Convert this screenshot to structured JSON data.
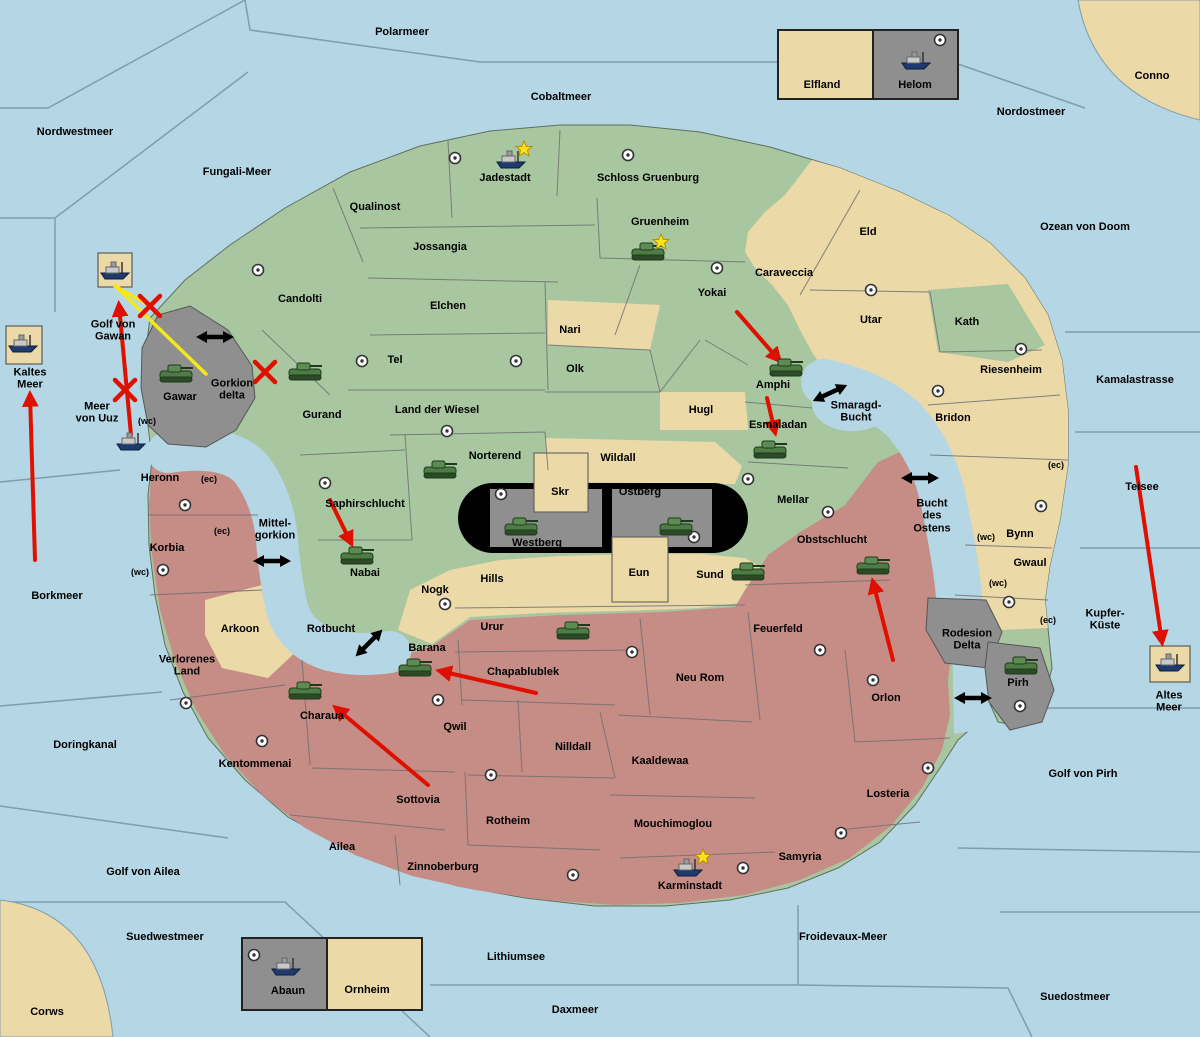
{
  "colors": {
    "sea": "#b5d6e4",
    "land_green": "#a8c7a0",
    "land_tan": "#ecd9a8",
    "land_red": "#c58d86",
    "land_gray": "#8f8f8f",
    "mountain_black": "#000000",
    "attack_arrow_red": "#e01000",
    "route_yellow": "#f6e71c",
    "strait_arrow_black": "#000000"
  },
  "seas": {
    "polarmeer": "Polarmeer",
    "cobaltmeer": "Cobaltmeer",
    "nordwestmeer": "Nordwestmeer",
    "nordostmeer": "Nordostmeer",
    "fungali_meer": "Fungali-Meer",
    "ozean_von_doom": "Ozean von Doom",
    "kaltes_meer": "Kaltes\nMeer",
    "golf_von_gawan": "Golf von\nGawan",
    "meer_von_uuz": "Meer\nvon Uuz",
    "kamalastrasse": "Kamalastrasse",
    "teisee": "Teisee",
    "borkmeer": "Borkmeer",
    "kupfer_kueste": "Kupfer-\nKüste",
    "altes_meer": "Altes\nMeer",
    "golf_von_pirh": "Golf von Pirh",
    "doringkanal": "Doringkanal",
    "golf_von_ailea": "Golf von Ailea",
    "suedwestmeer": "Suedwestmeer",
    "froidevaux_meer": "Froidevaux-Meer",
    "lithiumsee": "Lithiumsee",
    "daxmeer": "Daxmeer",
    "suedostmeer": "Suedostmeer",
    "smaragd_bucht": "Smaragd-\nBucht",
    "bucht_des_ostens": "Bucht\ndes\nOstens",
    "mittel_gorkion": "Mittel-\ngorkion",
    "rotbucht": "Rotbucht"
  },
  "territories": {
    "conno": "Conno",
    "corws": "Corws",
    "jadestadt": "Jadestadt",
    "schloss_gruenburg": "Schloss Gruenburg",
    "qualinost": "Qualinost",
    "jossangia": "Jossangia",
    "gruenheim": "Gruenheim",
    "caraveccia": "Caraveccia",
    "yokai": "Yokai",
    "candolti": "Candolti",
    "elchen": "Elchen",
    "nari": "Nari",
    "eld": "Eld",
    "utar": "Utar",
    "kath": "Kath",
    "tel": "Tel",
    "olk": "Olk",
    "amphi": "Amphi",
    "riesenheim": "Riesenheim",
    "gurand": "Gurand",
    "land_der_wiesel": "Land der Wiesel",
    "hugl": "Hugl",
    "esmaladan": "Esmaladan",
    "bridon": "Bridon",
    "norterend": "Norterend",
    "wildall": "Wildall",
    "skr": "Skr",
    "ostberg": "Ostberg",
    "mellar": "Mellar",
    "bynn": "Bynn",
    "saphirschlucht": "Saphirschlucht",
    "westberg": "Westberg",
    "gwaul": "Gwaul",
    "nabai": "Nabai",
    "hills": "Hills",
    "eun": "Eun",
    "sund": "Sund",
    "obstschlucht": "Obstschlucht",
    "nogk": "Nogk",
    "heronn": "Heronn",
    "korbia": "Korbia",
    "arkoon": "Arkoon",
    "urur": "Urur",
    "feuerfeld": "Feuerfeld",
    "barana": "Barana",
    "chapablublek": "Chapablublek",
    "neu_rom": "Neu Rom",
    "orlon": "Orlon",
    "pirh": "Pirh",
    "verlorenes_land": "Verlorenes\nLand",
    "charaua": "Charaua",
    "qwil": "Qwil",
    "nilldall": "Nilldall",
    "kaaldewaa": "Kaaldewaa",
    "kentommenai": "Kentommenai",
    "sottovia": "Sottovia",
    "rotheim": "Rotheim",
    "mouchimoglou": "Mouchimoglou",
    "losteria": "Losteria",
    "ailea": "Ailea",
    "zinnoberburg": "Zinnoberburg",
    "samyria": "Samyria",
    "karminstadt": "Karminstadt",
    "elfland": "Elfland",
    "helom": "Helom",
    "abaun": "Abaun",
    "ornheim": "Ornheim",
    "gawar": "Gawar",
    "gorkion_delta": "Gorkion\ndelta",
    "rodesion_delta": "Rodesion\nDelta"
  },
  "markers": {
    "ec": "(ec)",
    "wc": "(wc)"
  },
  "units": {
    "tanks_at": [
      "Gruenheim",
      "Amphi",
      "Esmaladan",
      "Gawar",
      "Gorkion delta",
      "Norterend",
      "Nabai",
      "Westberg",
      "Ostberg",
      "Sund",
      "Obstschlucht",
      "Urur",
      "Barana",
      "Charaua",
      "Pirh"
    ],
    "ships_at": [
      "Jadestadt",
      "Helom",
      "Golf von Gawan",
      "Kaltes Meer",
      "Meer von Uuz",
      "Karminstadt",
      "Abaun",
      "Altes Meer"
    ],
    "stars_at": [
      "Jadestadt",
      "Gruenheim",
      "Karminstadt"
    ]
  },
  "icons": {
    "tank": "tank-icon",
    "ship": "ship-icon",
    "star": "star-icon",
    "city": "city-marker-icon",
    "strait_crossing": "double-arrow-icon",
    "blocked": "red-x-icon",
    "attack": "attack-arrow"
  }
}
